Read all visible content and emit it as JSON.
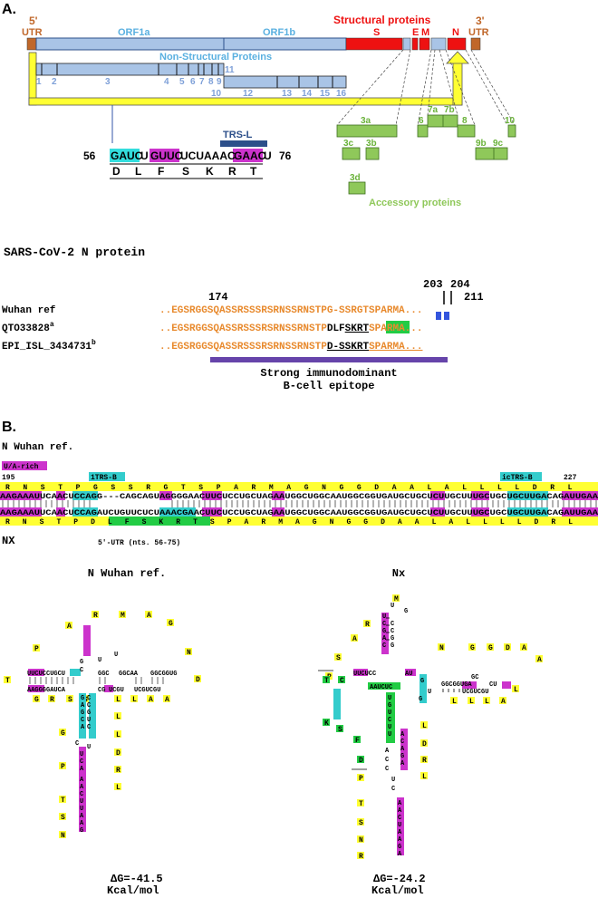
{
  "panel_a": {
    "label": "A.",
    "genome": {
      "utr5": "5'",
      "utr5_sub": "UTR",
      "orf1a": "ORF1a",
      "orf1b": "ORF1b",
      "structural": "Structural proteins",
      "s": "S",
      "e": "E",
      "m": "M",
      "n": "N",
      "utr3": "3'",
      "utr3_sub": "UTR"
    },
    "nsp_title": "Non-Structural Proteins",
    "nsp_top": [
      "1",
      "2",
      "3",
      "4",
      "5",
      "6",
      "7",
      "8",
      "9",
      "11"
    ],
    "nsp_bottom": [
      "10",
      "12",
      "13",
      "14",
      "15",
      "16"
    ],
    "accessory": [
      "3a",
      "6",
      "7a",
      "7b",
      "8",
      "10",
      "3c",
      "3b",
      "9b",
      "9c",
      "3d"
    ],
    "accessory_title": "Accessory proteins",
    "trs_label": "TRS-L",
    "seq_start": "56",
    "seq_end": "76",
    "seq_segments": [
      "GAUC",
      "U",
      "GUUC",
      "UCUAAAC",
      "GAAC",
      "U"
    ],
    "aa": [
      "D",
      "L",
      "F",
      "S",
      "K",
      "R",
      "T"
    ],
    "n_protein_title": "SARS-CoV-2 N protein",
    "pos_174": "174",
    "pos_203": "203",
    "pos_204": "204",
    "pos_211": "211",
    "rows": [
      {
        "name": "Wuhan ref",
        "sup": "",
        "seq": "..EGSRGGSQASSRSSSRSRNSSRNSTPG-SSRGTSPARMA..."
      },
      {
        "name": "QTO33828",
        "sup": "a",
        "seq_pre": "..EGSRGGSQASSRSSSRSRNSSRNSTP",
        "seq_hl": "DLF",
        "seq_mid": "SKRT",
        "seq_post": "SPARMA..."
      },
      {
        "name": "EPI_ISL_3434731",
        "sup": "b",
        "seq_pre": "..EGSRGGSQASSRSSSRSRNSSRNSTP",
        "seq_mid": "D-SSKRT",
        "seq_post": "SPARMA..."
      }
    ],
    "epitope_line1": "Strong immunodominant",
    "epitope_line2": "B-cell epitope"
  },
  "panel_b": {
    "label": "B.",
    "n_wuhan_ref": "N Wuhan ref.",
    "ua_rich": "U/A-rich",
    "trs_b": "1TRS-B",
    "ictrs_b": "icTRS-B",
    "pos_195": "195",
    "pos_227": "227",
    "aa_top": [
      "R",
      "N",
      "S",
      "T",
      "P",
      "G",
      "S",
      "S",
      "R",
      "G",
      "T",
      "S",
      "P",
      "A",
      "R",
      "M",
      "A",
      "G",
      "N",
      "G",
      "G",
      "D",
      "A",
      "A",
      "L",
      "A",
      "L",
      "L",
      "L",
      "L",
      "D",
      "R",
      "L"
    ],
    "nt_top": "AAGAAAUUCAACUCCAGG---CAGCAGUAGGGGAACUUCUCCUGCUAGAAUGGCUGGCAAUGGCGGUGAUGCUGCUCUUGCUUUGCUGCUGCUUGACAGAUUGAA",
    "nt_bottom": "AAGAAAUUCAACUCCAGAUCUGUUCUCUAAACGAACUUCUCCUGCUAGAAUGGCUGGCAAUGGCGGUGAUGCUGCUCUUGCUUUGCUGCUGCUUGACAGAUUGAA",
    "aa_bottom": [
      "R",
      "N",
      "S",
      "T",
      "P",
      "D",
      "L",
      "F",
      "S",
      "K",
      "R",
      "T",
      "S",
      "P",
      "A",
      "R",
      "M",
      "A",
      "G",
      "N",
      "G",
      "G",
      "D",
      "A",
      "A",
      "L",
      "A",
      "L",
      "L",
      "L",
      "L",
      "D",
      "R",
      "L"
    ],
    "nx": "NX",
    "utr_note": "5'-UTR (nts. 56-75)",
    "struct_left_title": "N Wuhan ref.",
    "struct_right_title": "Nx",
    "dg_left": "ΔG=-41.5",
    "dg_left_unit": "Kcal/mol",
    "dg_right": "ΔG=-24.2",
    "dg_right_unit": "Kcal/mol"
  },
  "colors": {
    "orf_blue": "#a9c4e6",
    "red": "#ee1111",
    "utr_brown": "#c0672a",
    "accessory_green": "#8fc85a",
    "yellow": "#ffff33",
    "magenta": "#cc33cc",
    "cyan": "#33cccc",
    "green": "#22cc44",
    "orange": "#e88a2e",
    "purple": "#6644aa",
    "navy": "#2c4f8a"
  }
}
